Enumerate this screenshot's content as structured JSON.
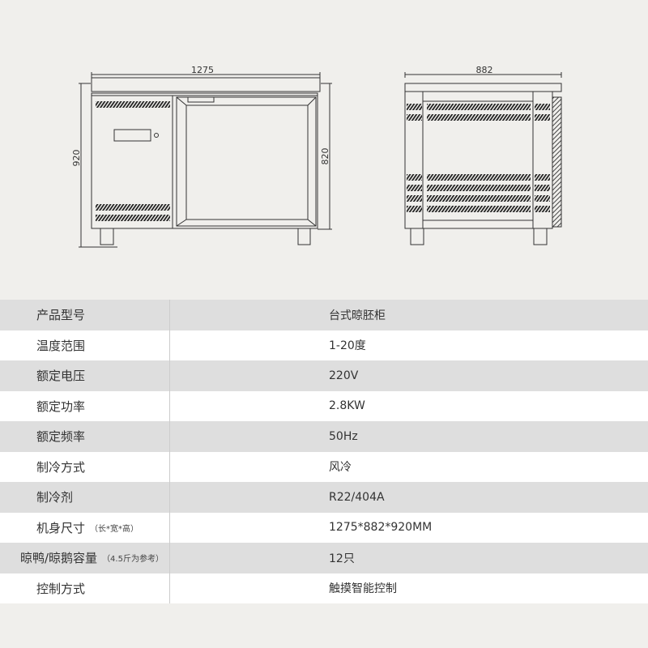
{
  "drawing": {
    "front_width": "1275",
    "front_total_height": "920",
    "front_body_height": "820",
    "side_depth": "882"
  },
  "specs": [
    {
      "label": "产品型号",
      "note": "",
      "value": "台式晾胚柜"
    },
    {
      "label": "温度范围",
      "note": "",
      "value": "1-20度"
    },
    {
      "label": "额定电压",
      "note": "",
      "value": "220V"
    },
    {
      "label": "额定功率",
      "note": "",
      "value": "2.8KW"
    },
    {
      "label": "额定频率",
      "note": "",
      "value": "50Hz"
    },
    {
      "label": "制冷方式",
      "note": "",
      "value": "风冷"
    },
    {
      "label": "制冷剂",
      "note": "",
      "value": "R22/404A"
    },
    {
      "label": "机身尺寸",
      "note": "（长*宽*高）",
      "value": "1275*882*920MM"
    },
    {
      "label": "晾鸭/晾鹅容量",
      "note": "（4.5斤为参考）",
      "value": "12只"
    },
    {
      "label": "控制方式",
      "note": "",
      "value": "触摸智能控制"
    }
  ]
}
